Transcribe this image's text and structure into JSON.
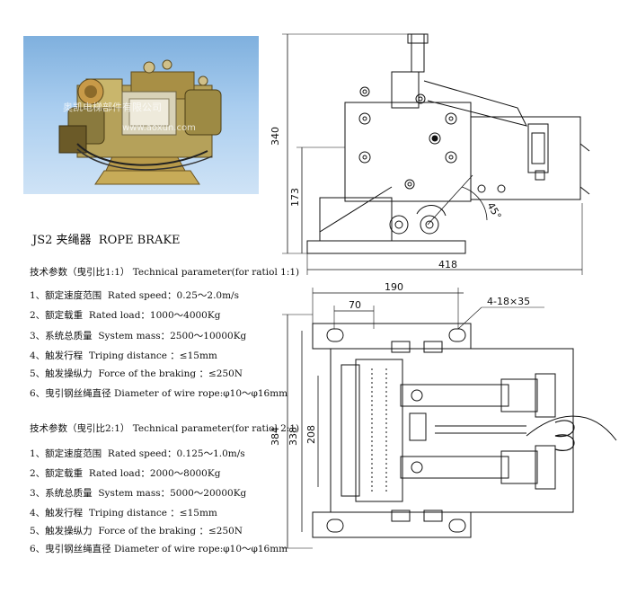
{
  "photo": {
    "watermark_line1": "奥凯电梯部件有限公司",
    "watermark_line2": "www.aoxun.com"
  },
  "title": "JS2 夹绳器  ROPE BRAKE",
  "param_group_1": {
    "heading": "技术参数（曳引比1:1） Technical parameter(for ratiol 1:1)",
    "items": [
      "1、额定速度范围  Rated speed：0.25～2.0m/s",
      "2、额定载重  Rated load：1000～4000Kg",
      "3、系统总质量  System mass：2500～10000Kg",
      "4、触发行程  Triping distance ：≤15mm",
      "5、触发操纵力  Force of the braking ：≤250N",
      "6、曳引钢丝绳直径 Diameter of wire rope:φ10～φ16mm"
    ]
  },
  "param_group_2": {
    "heading": "技术参数（曳引比2:1） Technical parameter(for ratiol 2:1)",
    "items": [
      "1、额定速度范围  Rated speed：0.125～1.0m/s",
      "2、额定载重  Rated load：2000～8000Kg",
      "3、系统总质量  System mass：5000～20000Kg",
      "4、触发行程  Triping distance ：≤15mm",
      "5、触发操纵力  Force of the braking ：≤250N",
      "6、曳引钢丝绳直径 Diameter of wire rope:φ10～φ16mm"
    ]
  },
  "dimensions": {
    "height_total": "340",
    "height_lower": "173",
    "width_side": "418",
    "angle": "45°",
    "width_top": "190",
    "offset_70": "70",
    "holes": "4-18×35",
    "plan_height": "384",
    "plan_inner": "338",
    "plan_inner2": "208"
  }
}
